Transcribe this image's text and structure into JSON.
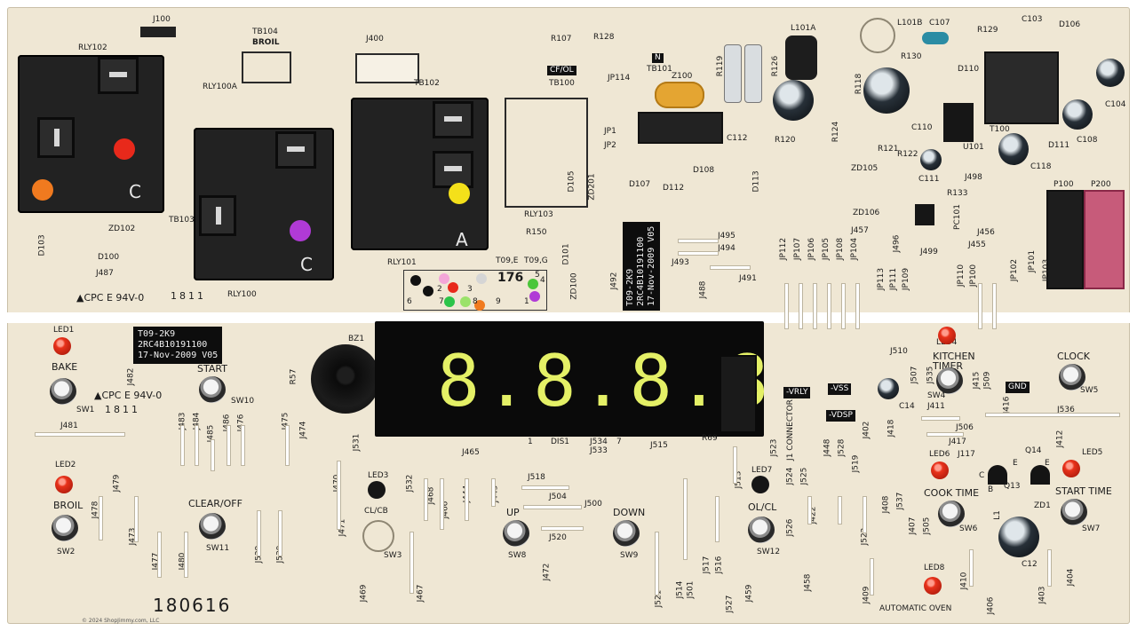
{
  "colors": {
    "board": "#efe7d4",
    "relay": "#222222",
    "display_digits": "#e4f066",
    "led_red": "#e8321b",
    "dot_red": "#e8291b",
    "dot_orange": "#f07a1f",
    "dot_purple": "#b03ad6",
    "dot_yellow": "#f4e01a",
    "connector_pink": "#c75b7a"
  },
  "display": {
    "digits": "8.8.8.8"
  },
  "relays": {
    "rly102": {
      "label": "RLY102",
      "letter": "C"
    },
    "rly100": {
      "label": "RLY100",
      "letter": "C",
      "sub": "RLY100A"
    },
    "rly101": {
      "label": "RLY101",
      "letter": "A"
    },
    "rly103": {
      "label": "RLY103"
    }
  },
  "labels_top": {
    "j100": "J100",
    "tb104": "TB104",
    "broil": "BROIL",
    "j400": "J400",
    "tb102": "TB102",
    "r107": "R107",
    "r128": "R128",
    "n": "N",
    "tb101": "TB101",
    "cfol": "CF/OL",
    "tb100": "TB100",
    "jp114": "JP114",
    "l101a": "L101A",
    "l101b": "L101B",
    "c107": "C107",
    "c103": "C103",
    "d106": "D106",
    "r129": "R129",
    "r130": "R130",
    "z100": "Z100",
    "r119": "R119",
    "r126": "R126",
    "r118": "R118",
    "jp1": "JP1",
    "jp2": "JP2",
    "c112": "C112",
    "r120": "R120",
    "r124": "R124",
    "d108": "D108",
    "d107": "D107",
    "d112": "D112",
    "d113": "D113",
    "d105": "D105",
    "zd201": "ZD201",
    "r150": "R150",
    "t100": "T100",
    "c104": "C104",
    "c108": "C108",
    "c110": "C110",
    "c118": "C118",
    "d110": "D110",
    "d111": "D111",
    "u101": "U101",
    "r121": "R121",
    "r122": "R122",
    "c111": "C111",
    "j498": "J498",
    "zd105": "ZD105",
    "zd106": "ZD106",
    "r133": "R133",
    "pc101": "PC101",
    "p100": "P100",
    "p200": "P200",
    "tb103": "TB103",
    "zd102": "ZD102",
    "d103": "D103",
    "d100": "D100",
    "j487": "J487",
    "cpc": "▲CPC E 94V-0",
    "datecode": "1811",
    "j495": "J495",
    "j494": "J494",
    "j493": "J493",
    "j491": "J491",
    "j488": "J488",
    "j492": "J492",
    "zd100": "ZD100",
    "d101": "D101",
    "j457": "J457",
    "j496": "J496",
    "j499": "J499",
    "j456": "J456",
    "j455": "J455",
    "t09e": "T09,E",
    "t09g": "T09,G",
    "code176": "176",
    "dot_nums": [
      "6",
      "7",
      "8",
      "3",
      "9",
      "1",
      "2",
      "4",
      "5"
    ]
  },
  "jp_labels": [
    "JP112",
    "JP107",
    "JP106",
    "JP105",
    "JP108",
    "JP104",
    "JP113",
    "JP111",
    "JP109",
    "JP110",
    "JP100",
    "JP102",
    "JP101",
    "JP103"
  ],
  "label_box_top": {
    "l1": "T09-2K9",
    "l2": "2RC4B10191100",
    "l3": "17-Nov-2009 V05"
  },
  "label_box_bottom": {
    "l1": "T09-2K9",
    "l2": "2RC4B10191100",
    "l3": "17-Nov-2009 V05"
  },
  "labels_bottom": {
    "led1": "LED1",
    "bake": "BAKE",
    "sw1": "SW1",
    "cpc": "▲CPC E 94V-0",
    "datecode": "1811",
    "j481": "J481",
    "j482": "J482",
    "led2": "LED2",
    "broil": "BROIL",
    "sw2": "SW2",
    "j479": "J479",
    "j478": "J478",
    "j473": "J473",
    "j477": "J477",
    "j480": "J480",
    "start": "START",
    "sw10": "SW10",
    "j483": "J483",
    "j484": "J484",
    "j485": "J485",
    "j486": "J486",
    "j476": "J476",
    "j475": "J475",
    "j474": "J474",
    "clear_off": "CLEAR/OFF",
    "sw11": "SW11",
    "j529": "J529",
    "j530": "J530",
    "bz1": "BZ1",
    "r57": "R57",
    "j531": "J531",
    "j470": "J470",
    "j471": "J471",
    "led3": "LED3",
    "clcb": "CL/CB",
    "sw3": "SW3",
    "j532": "J532",
    "j468": "J468",
    "j466": "J466",
    "j467": "J467",
    "j469": "J469",
    "j444": "J444",
    "j445": "J445",
    "j518": "J518",
    "j504": "J504",
    "j500": "J500",
    "up": "UP",
    "sw8": "SW8",
    "j520": "J520",
    "j472": "J472",
    "down": "DOWN",
    "sw9": "SW9",
    "j465": "J465",
    "dis1": "DIS1",
    "one": "1",
    "seven": "7",
    "j534": "J534",
    "j533": "J533",
    "j515": "J515",
    "r69": "R69",
    "j521": "J521",
    "j514": "J514",
    "j501": "J501",
    "j517": "J517",
    "j516": "J516",
    "j527": "J527",
    "j513": "J513",
    "j459": "J459",
    "led7": "LED7",
    "olcl": "OL/CL",
    "sw12": "SW12",
    "j1_connector": "J1 CONNECTOR",
    "vrly": "-VRLY",
    "vss": "-VSS",
    "vdsp": "-VDSP",
    "j523": "J523",
    "j524": "J524",
    "j525": "J525",
    "j526": "J526",
    "j422": "J422",
    "j458": "J458",
    "j448": "J448",
    "j528": "J528",
    "j519": "J519",
    "j402": "J402",
    "j418": "J418",
    "c14": "C14",
    "j510": "J510",
    "j507": "J507",
    "j535": "J535",
    "led4": "LED4",
    "kitchen_timer": "KITCHEN\nTIMER",
    "sw4": "SW4",
    "j411": "J411",
    "j415": "J415",
    "j509": "J509",
    "gnd": "GND",
    "j416": "J416",
    "clock": "CLOCK",
    "sw5": "SW5",
    "j536": "J536",
    "j506": "J506",
    "j417": "J417",
    "j412": "J412",
    "led6": "LED6",
    "j117": "J117",
    "led5": "LED5",
    "q14": "Q14",
    "q13": "Q13",
    "c": "C",
    "e": "E",
    "b": "B",
    "cook_time": "COOK TIME",
    "sw6": "SW6",
    "start_time": "START TIME",
    "sw7": "SW7",
    "zd1": "ZD1",
    "l1": "L1",
    "j408": "J408",
    "j537": "J537",
    "j407": "J407",
    "j505": "J505",
    "j522": "J522",
    "j409": "J409",
    "j410": "J410",
    "j406": "J406",
    "c12": "C12",
    "j403": "J403",
    "j404": "J404",
    "led8": "LED8",
    "automatic_oven": "AUTOMATIC OVEN",
    "part_no": "180616"
  },
  "credit": "© 2024 ShopJimmy.com, LLC"
}
